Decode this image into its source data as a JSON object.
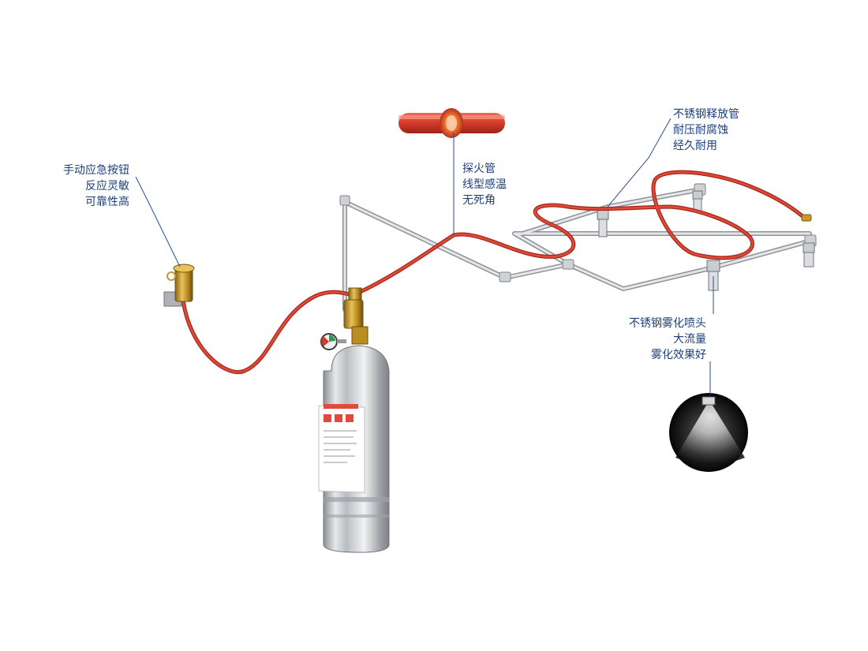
{
  "callouts": {
    "manual_button": {
      "lines": [
        "手动应急按钮",
        "反应灵敏",
        "可靠性高"
      ]
    },
    "detection_tube": {
      "lines": [
        "探火管",
        "线型感温",
        "无死角"
      ]
    },
    "release_pipe": {
      "lines": [
        "不锈钢释放管",
        "耐压耐腐蚀",
        "经久耐用"
      ]
    },
    "nozzle": {
      "lines": [
        "不锈钢雾化喷头",
        "大流量",
        "雾化效果好"
      ]
    }
  },
  "colors": {
    "label_text": "#1d3f7a",
    "leader_line": "#2a4f8f",
    "tube_red": "#d8392f",
    "steel": "#c9ccd0",
    "brass": "#c79a2c"
  }
}
